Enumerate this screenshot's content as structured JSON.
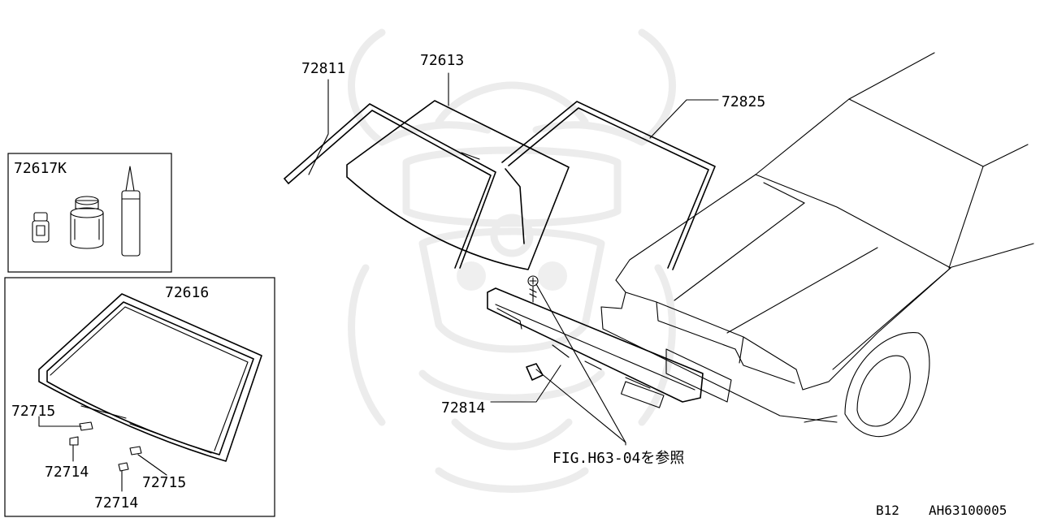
{
  "parts": {
    "moulding_top": "72811",
    "windshield_glass": "72613",
    "moulding_outer": "72825",
    "adhesive_kit": "72617K",
    "dam_rubber": "72616",
    "fastener_a_left": "72715",
    "fastener_b_left": "72714",
    "fastener_a_right": "72715",
    "fastener_b_right": "72714",
    "cowl_moulding": "72814"
  },
  "reference_note": "FIG.H63-04を参照",
  "footer": {
    "model": "B12",
    "diagram_code": "AH63100005"
  },
  "colors": {
    "line": "#000000",
    "watermark": "#ececec",
    "background": "#ffffff"
  }
}
